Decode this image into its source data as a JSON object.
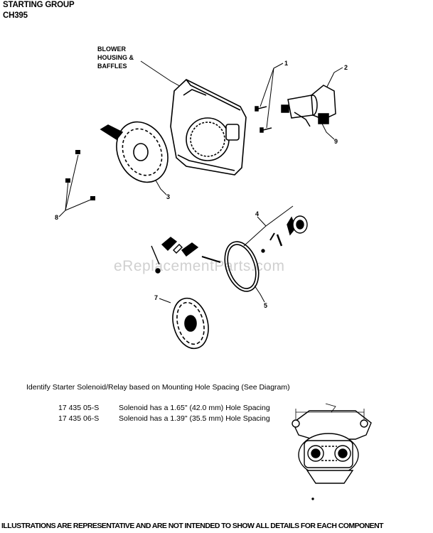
{
  "header": {
    "line1": "STARTING GROUP",
    "line2": "CH395"
  },
  "callouts": {
    "blower_line1": "BLOWER",
    "blower_line2": "HOUSING &",
    "blower_line3": "BAFFLES"
  },
  "part_numbers": [
    "1",
    "2",
    "3",
    "4",
    "5",
    "7",
    "8",
    "9"
  ],
  "solenoid_info": {
    "title": "Identify Starter Solenoid/Relay based on Mounting Hole Spacing (See Diagram)",
    "rows": [
      {
        "part": "17 435 05-S",
        "desc": "Solenoid has a 1.65\" (42.0 mm) Hole Spacing"
      },
      {
        "part": "17 435 06-S",
        "desc": "Solenoid has a 1.39\" (35.5 mm) Hole Spacing"
      }
    ]
  },
  "watermark": "eReplacementParts.com",
  "footer": "ILLUSTRATIONS ARE REPRESENTATIVE AND ARE NOT INTENDED TO SHOW ALL DETAILS FOR EACH COMPONENT"
}
